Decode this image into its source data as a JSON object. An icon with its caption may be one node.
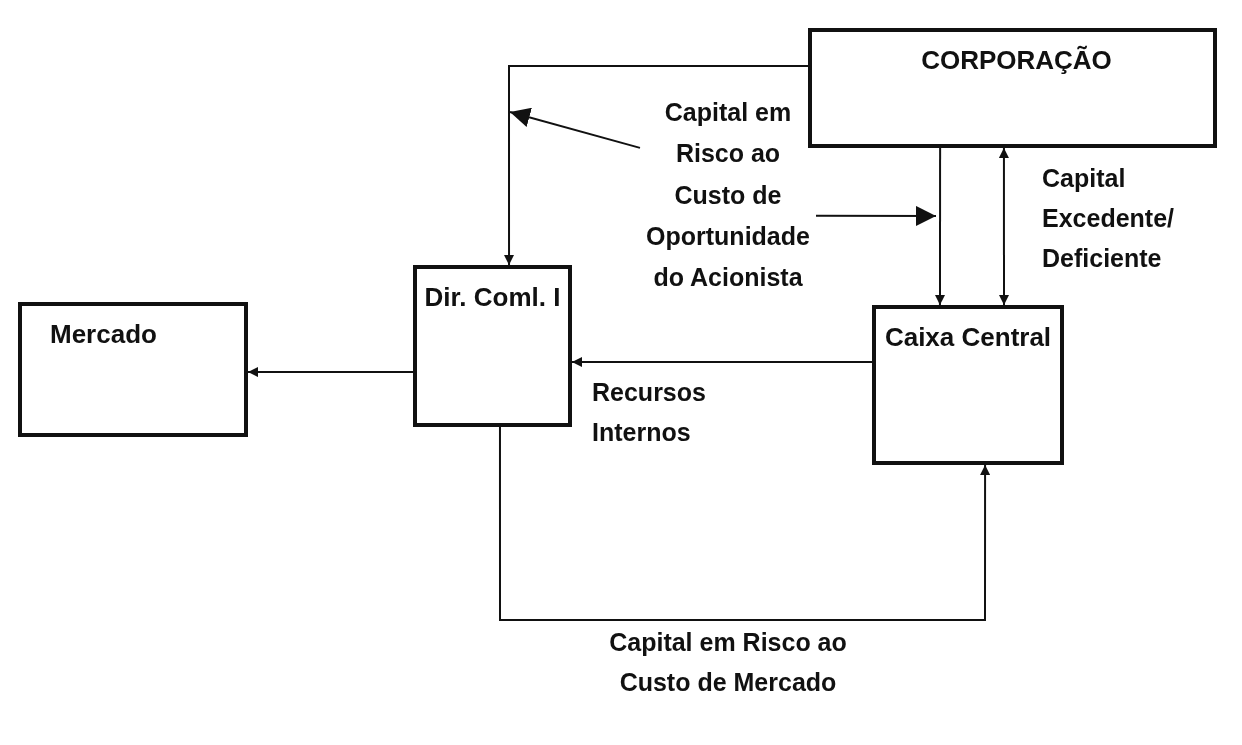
{
  "diagram": {
    "nodes": [
      {
        "text": [
          "CORPORAÇÃO"
        ]
      },
      {
        "text": [
          "Mercado"
        ]
      },
      {
        "text": [
          "Dir. Coml. I"
        ]
      },
      {
        "text": [
          "Caixa Central"
        ]
      },
      {
        "text": [
          "Capital em Risco ao Custo de Oportunidade do Acionista"
        ]
      }
    ],
    "edges": [
      {
        "from": 0,
        "to": 2,
        "arrow": "to"
      },
      {
        "from": 0,
        "to": 3,
        "arrow": "to"
      },
      {
        "from": 0,
        "to": 3,
        "arrow": "both",
        "label": "Capital Excedente/ Deficiente"
      },
      {
        "from": 3,
        "to": 2,
        "arrow": "to",
        "label": "Recursos Internos"
      },
      {
        "from": 2,
        "to": 1,
        "arrow": "to"
      },
      {
        "from": 2,
        "to": 3,
        "arrow": "to",
        "label": "Capital em Risco ao Custo de Mercado"
      },
      {
        "from": 4,
        "to": null,
        "arrow": "to"
      },
      {
        "from": 4,
        "to": null,
        "arrow": "to"
      }
    ]
  }
}
